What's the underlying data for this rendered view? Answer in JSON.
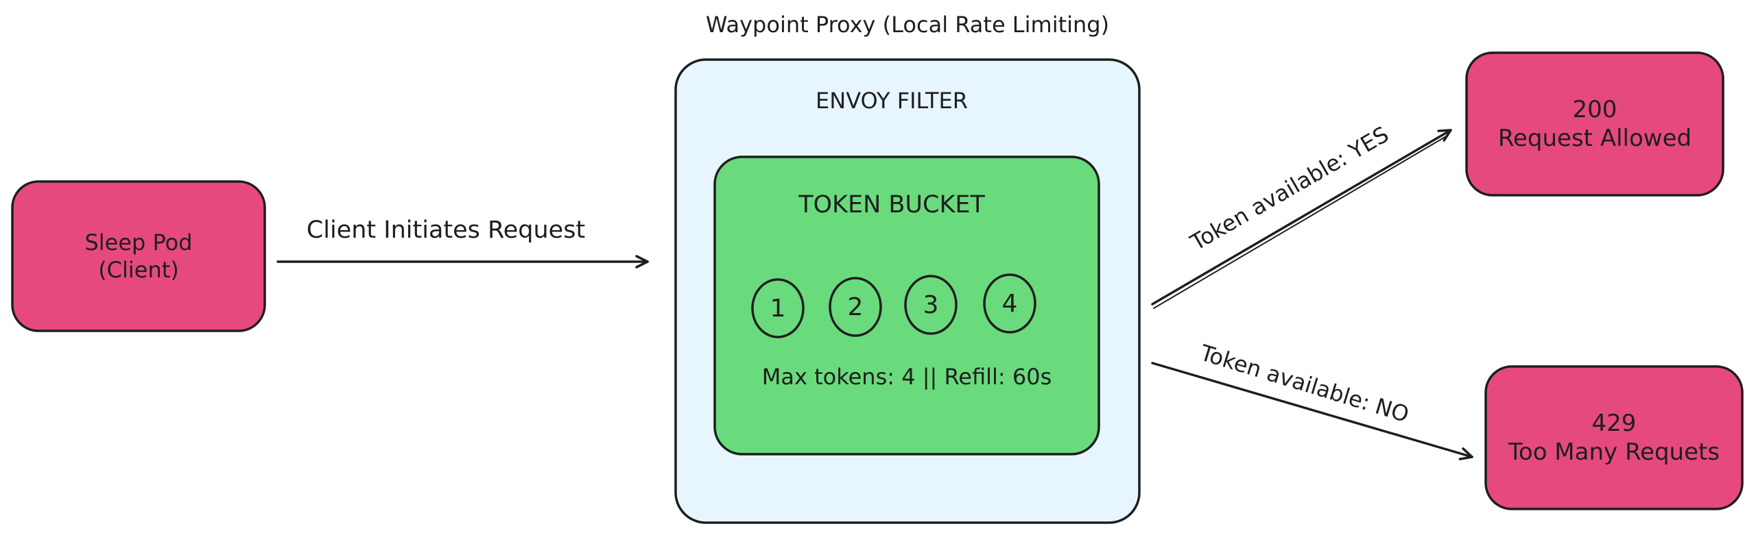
{
  "proxy": {
    "title": "Waypoint Proxy (Local Rate Limiting)",
    "filter_label": "ENVOY FILTER"
  },
  "client": {
    "line1": "Sleep Pod",
    "line2": "(Client)"
  },
  "request_arrow": {
    "label": "Client Initiates Request"
  },
  "bucket": {
    "title": "TOKEN BUCKET",
    "tokens": [
      "1",
      "2",
      "3",
      "4"
    ],
    "info": "Max tokens: 4 || Refill: 60s"
  },
  "yes_path": {
    "label": "Token available: YES",
    "code": "200",
    "text": "Request Allowed"
  },
  "no_path": {
    "label": "Token available: NO",
    "code": "429",
    "text": "Too Many Requets"
  },
  "colors": {
    "pink": "#e64980",
    "light_blue": "#e7f5ff",
    "green": "#69db7c",
    "stroke": "#1e1e1e"
  }
}
